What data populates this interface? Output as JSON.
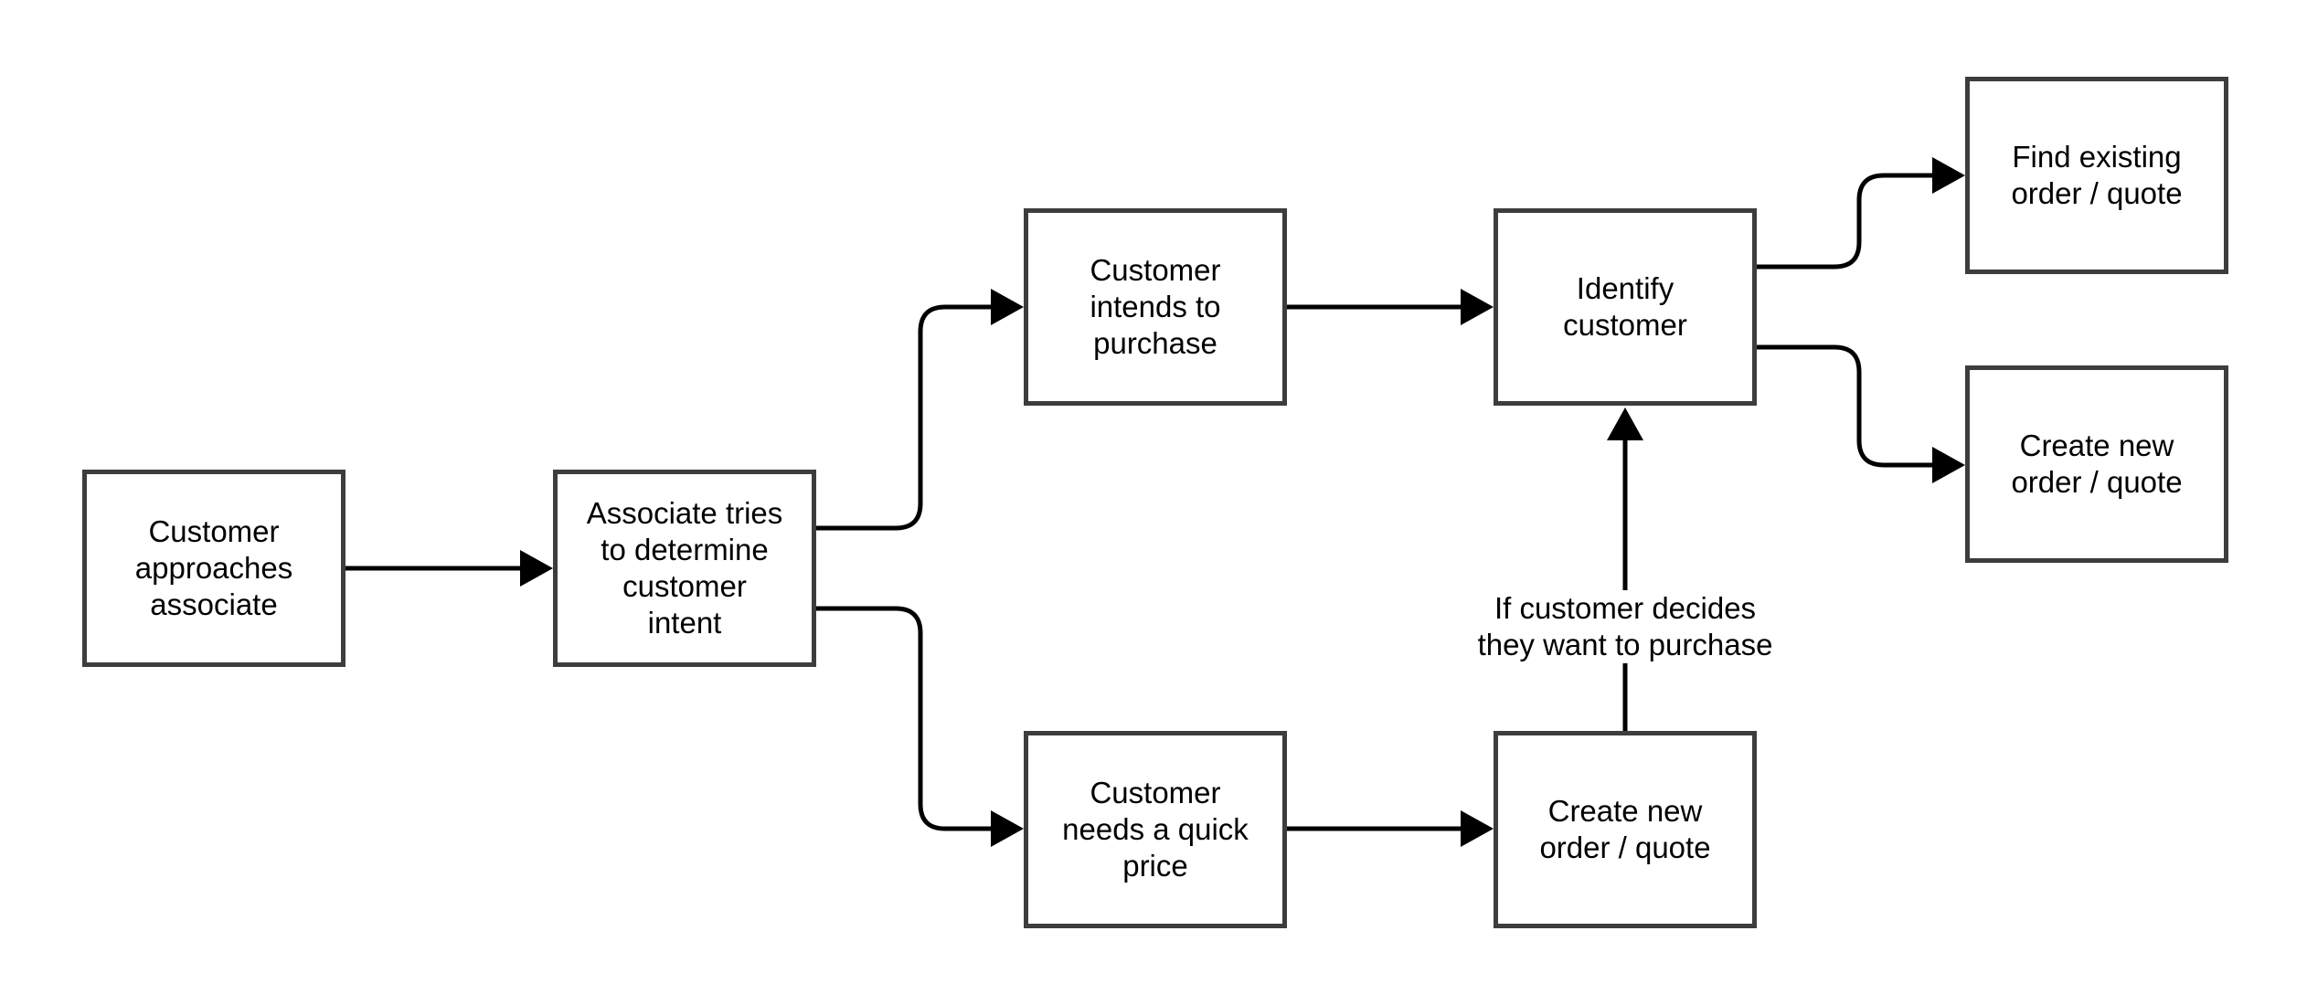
{
  "nodes": {
    "approach": "Customer\napproaches\nassociate",
    "determine": "Associate tries\nto determine\ncustomer\nintent",
    "purchase": "Customer\nintends to\npurchase",
    "quick_price": "Customer\nneeds a quick\nprice",
    "identify": "Identify\ncustomer",
    "create_from_quick": "Create new\norder / quote",
    "find_existing": "Find existing\norder / quote",
    "create_new": "Create new\norder / quote"
  },
  "edge_labels": {
    "decides_purchase": "If customer decides\nthey want to purchase"
  },
  "colors": {
    "box_border": "#3d3d3d",
    "arrow": "#000000",
    "text": "#000000",
    "background": "#ffffff"
  }
}
